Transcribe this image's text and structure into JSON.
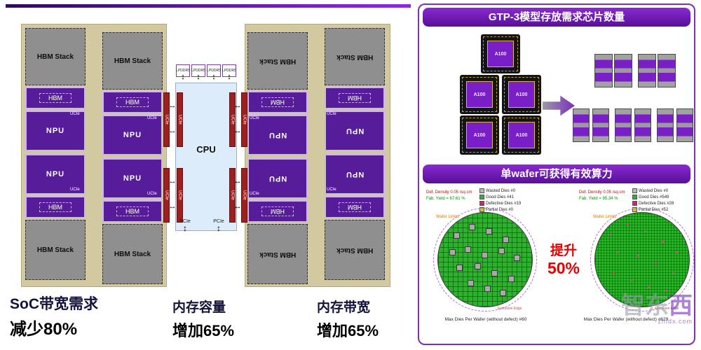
{
  "left_panel": {
    "hbm_stack": "HBM Stack",
    "hbm": "HBM",
    "npu": "NPU",
    "ucie": "UCIe",
    "cpu": "CPU",
    "lpddr": "LPDDR5",
    "pcie": "PCIe",
    "metrics": [
      {
        "title": "SoC带宽需求",
        "value": "减少80%"
      },
      {
        "title": "内存容量",
        "value": "增加65%"
      },
      {
        "title": "内存带宽",
        "value": "增加65%"
      }
    ]
  },
  "right_panel": {
    "banner_top": "GTP-3模型存放需求芯片数量",
    "banner_mid": "单wafer可获得有效算力",
    "gpu_chip_label": "A100",
    "improvement_label": "提升",
    "improvement_value": "50%",
    "wafer_left": {
      "def_density": "Def. Density 0.05 /sq.cm",
      "fab_yield": "Fab. Yield = 67.61 %",
      "legend": [
        {
          "label": "Wasted Dies #0",
          "color": "#b8b8b8"
        },
        {
          "label": "Good Dies #41",
          "color": "#2ab52a"
        },
        {
          "label": "Defective Dies #19",
          "color": "#cc2a6e"
        },
        {
          "label": "Partial Dies #0",
          "color": "#e6c200"
        }
      ],
      "wafer_limits": "Wafer Limits",
      "exclusion_edge": "Exclusion Edge",
      "caption": "Max Dies Per Wafer (without defect) #60"
    },
    "wafer_right": {
      "def_density": "Def. Density 0.05 /sq.cm",
      "fab_yield": "Fab. Yield = 95.34 %",
      "legend": [
        {
          "label": "Wasted Dies #0",
          "color": "#b8b8b8"
        },
        {
          "label": "Good Dies #549",
          "color": "#2ab52a"
        },
        {
          "label": "Defective Dies #28",
          "color": "#cc2a6e"
        },
        {
          "label": "Partial Dies #52",
          "color": "#e6c200"
        }
      ],
      "wafer_limits": "Wafer Limits",
      "exclusion_edge": "Exclusion Edge",
      "caption": "Max Dies Per Wafer (without defect) #629"
    }
  },
  "icons": {
    "h_double_arrow": "↔",
    "v_double_arrow": "↕"
  },
  "watermark": {
    "part1": "智东",
    "part2": "西",
    "sub": "zhidx.com"
  },
  "colors": {
    "accent_purple": "#7c2fb8",
    "chip_purple": "#7a1fc8",
    "wafer_green": "#2eb22e",
    "alert_red": "#e60000"
  }
}
